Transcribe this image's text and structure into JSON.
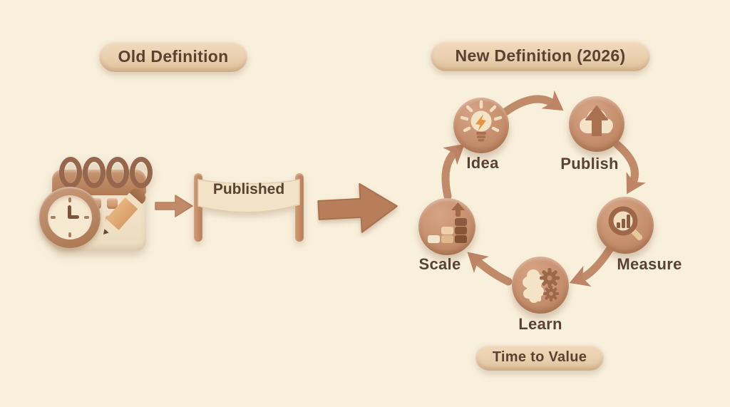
{
  "badges": {
    "old_definition": "Old Definition",
    "new_definition": "New Definition (2026)",
    "time_to_value": "Time to Value"
  },
  "old_flow": {
    "banner_label": "Published",
    "icons": [
      "calendar-clock-pencil-icon",
      "right-arrow-icon",
      "published-sign",
      "big-right-arrow-icon"
    ]
  },
  "cycle": {
    "steps": [
      {
        "label": "Idea",
        "icon": "lightbulb-icon"
      },
      {
        "label": "Publish",
        "icon": "cloud-upload-icon"
      },
      {
        "label": "Measure",
        "icon": "magnifier-chart-icon"
      },
      {
        "label": "Learn",
        "icon": "brain-gears-icon"
      },
      {
        "label": "Scale",
        "icon": "growth-blocks-icon"
      }
    ],
    "direction": "clockwise"
  },
  "colors": {
    "background": "#f9f0dc",
    "badge_fill": "#ead0af",
    "text": "#5a4231",
    "clay_brown": "#c18a68",
    "dark_brown": "#9d6848",
    "cream": "#f1dfc2",
    "accent_orange": "#e8953f"
  }
}
